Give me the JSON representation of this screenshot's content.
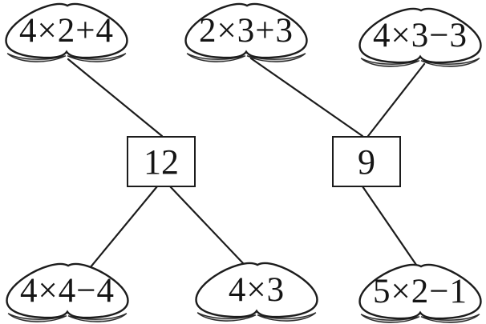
{
  "colors": {
    "ink": "#1c1c1c",
    "shadow_fill": "#c7c7c7",
    "background": "#ffffff"
  },
  "nodes": {
    "top": [
      {
        "id": "top-1",
        "label": "4×2+4"
      },
      {
        "id": "top-2",
        "label": "2×3+3"
      },
      {
        "id": "top-3",
        "label": "4×3−3"
      }
    ],
    "answers": [
      {
        "id": "answer-12",
        "label": "12"
      },
      {
        "id": "answer-9",
        "label": "9"
      }
    ],
    "bottom": [
      {
        "id": "bottom-1",
        "label": "4×4−4"
      },
      {
        "id": "bottom-2",
        "label": "4×3"
      },
      {
        "id": "bottom-3",
        "label": "5×2−1"
      }
    ]
  },
  "connections": [
    {
      "from": "4×2+4",
      "to": "12"
    },
    {
      "from": "2×3+3",
      "to": "9"
    },
    {
      "from": "4×3−3",
      "to": "9"
    },
    {
      "from": "12",
      "to": "4×4−4"
    },
    {
      "from": "12",
      "to": "4×3"
    },
    {
      "from": "9",
      "to": "5×2−1"
    }
  ]
}
